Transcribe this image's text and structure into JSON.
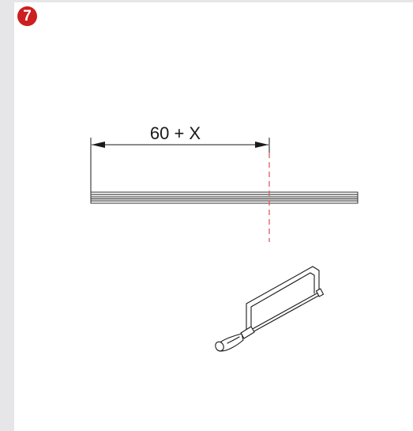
{
  "step": {
    "number": "7",
    "badge_color": "#cc1f1f"
  },
  "dimension": {
    "label": "60 + X"
  },
  "colors": {
    "background": "#e6e6e8",
    "panel": "#ffffff",
    "line": "#1a1a1a",
    "cut_line": "#e05a5a"
  },
  "icons": {
    "step_badge": "step-number-badge",
    "saw": "hacksaw-icon"
  }
}
